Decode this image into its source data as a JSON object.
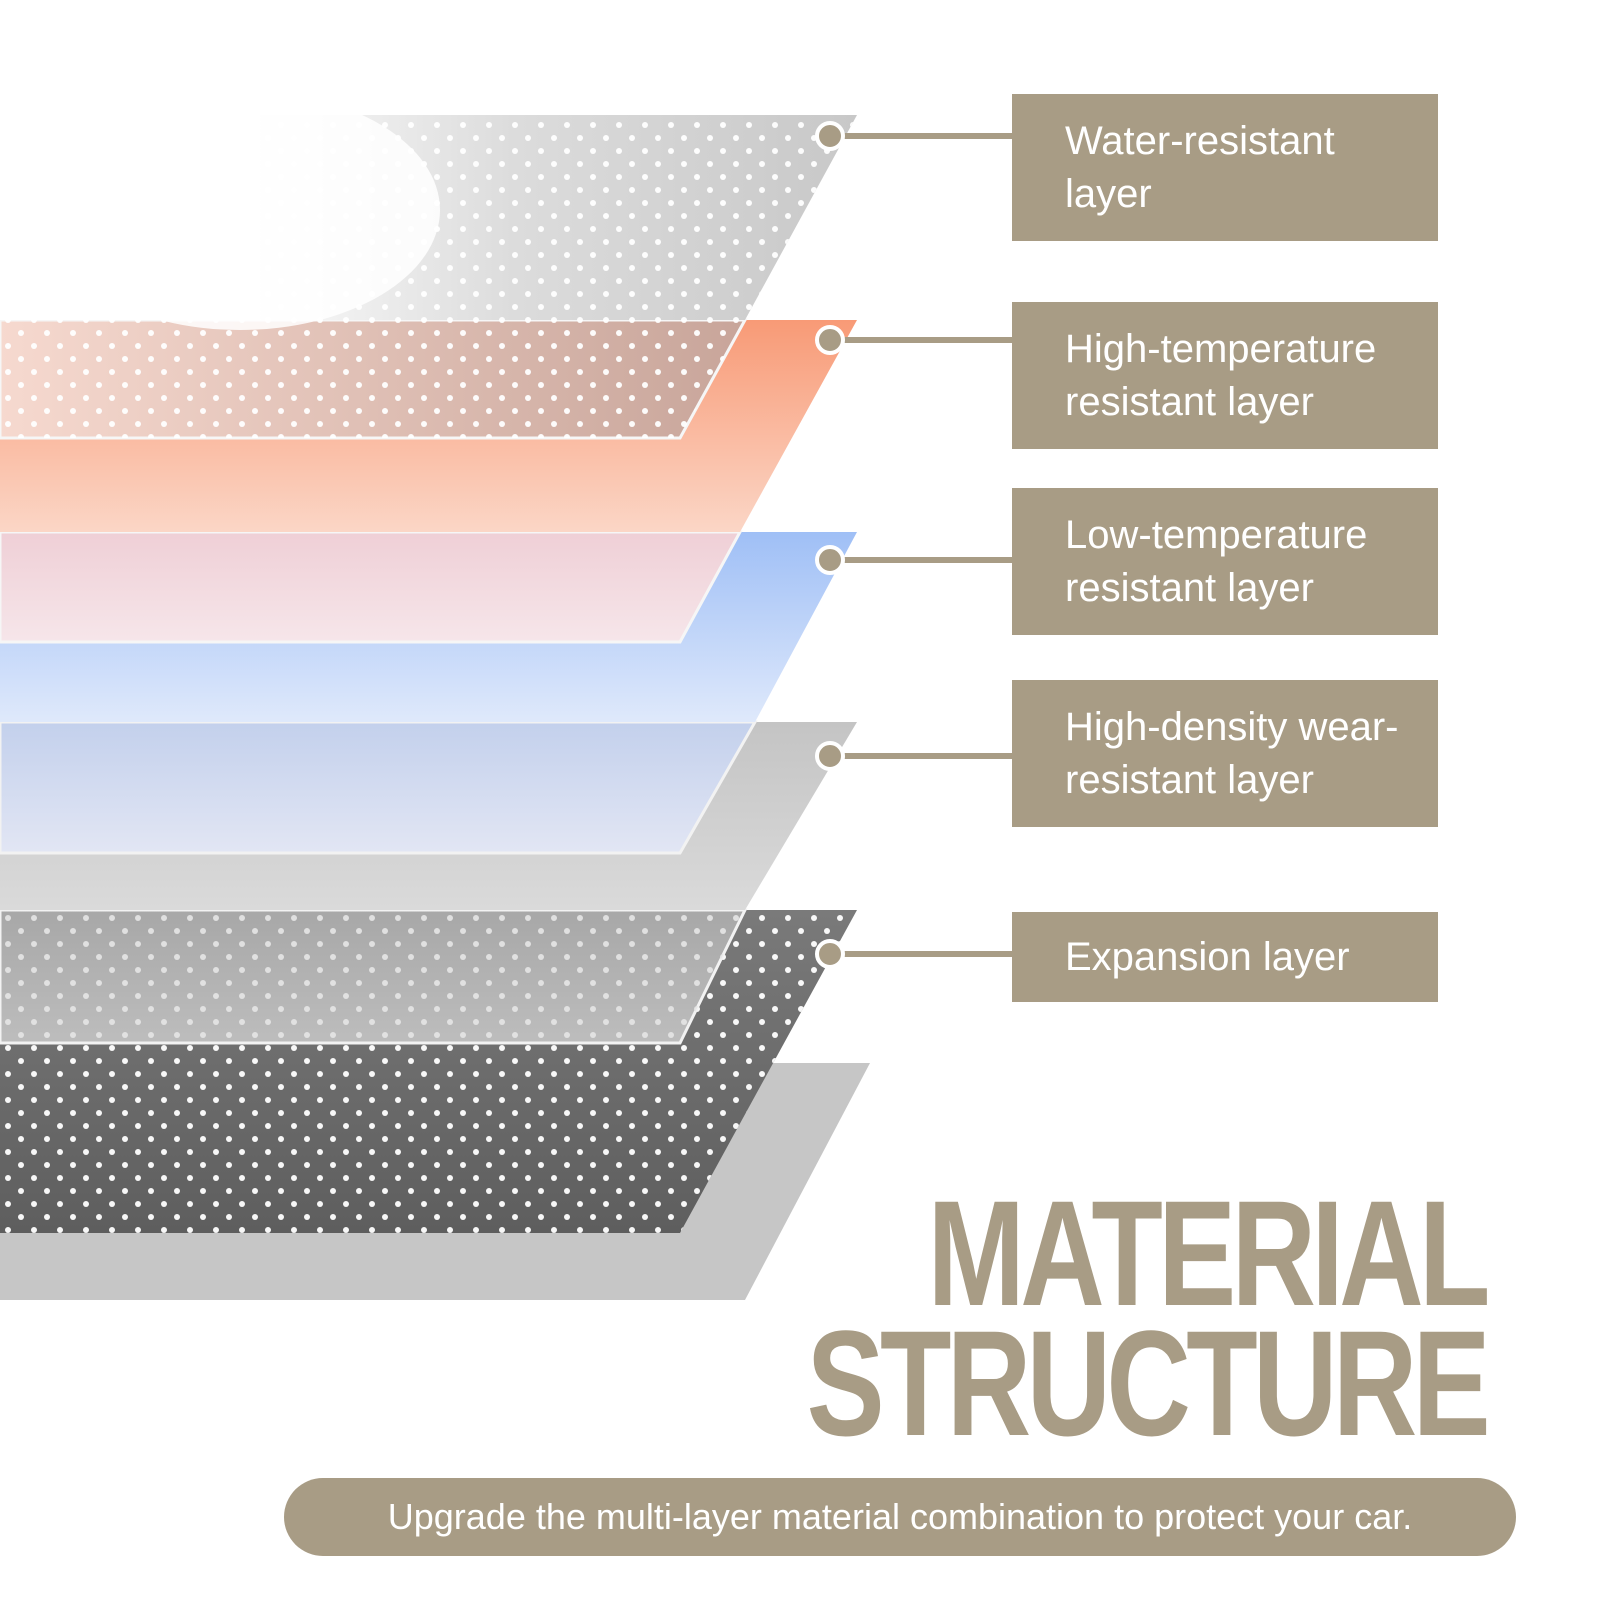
{
  "diagram": {
    "layers": [
      {
        "id": "water",
        "label": "Water-resistant\nlayer"
      },
      {
        "id": "high-temp",
        "label": "High-temperature\nresistant layer"
      },
      {
        "id": "low-temp",
        "label": "Low-temperature\nresistant layer"
      },
      {
        "id": "wear",
        "label": "High-density wear-\nresistant layer"
      },
      {
        "id": "expansion",
        "label": "Expansion layer"
      }
    ],
    "title_line1": "MATERIAL",
    "title_line2": "STRUCTURE",
    "tagline": "Upgrade the multi-layer material combination to protect your car.",
    "colors": {
      "accent": "#a89c85",
      "water_layer": "#d2d2d2",
      "high_temp_layer": "#f7a483",
      "low_temp_layer": "#a8c6f8",
      "wear_layer": "#cfcfcf",
      "expansion_layer": "#707070"
    }
  }
}
